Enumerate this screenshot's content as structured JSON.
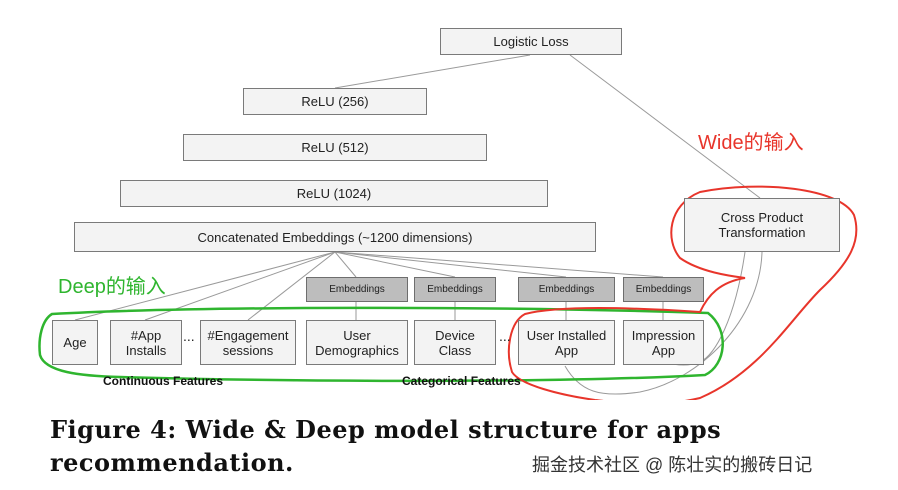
{
  "diagram": {
    "logistic_loss": "Logistic Loss",
    "relu_256": "ReLU (256)",
    "relu_512": "ReLU (512)",
    "relu_1024": "ReLU (1024)",
    "concat": "Concatenated Embeddings (~1200 dimensions)",
    "cross_product": "Cross Product Transformation",
    "embeddings_label": "Embeddings",
    "features": {
      "age": "Age",
      "app_installs": "#App Installs",
      "engagement": "#Engagement sessions",
      "user_demographics": "User Demographics",
      "device_class": "Device Class",
      "user_installed_app": "User Installed App",
      "impression_app": "Impression App"
    },
    "ellipsis": "...",
    "continuous_label": "Continuous Features",
    "categorical_label": "Categorical Features"
  },
  "annotations": {
    "wide_input": "Wide的输入",
    "deep_input": "Deep的输入",
    "wide_color": "#e8352b",
    "deep_color": "#2fb52f"
  },
  "caption": "Figure 4: Wide & Deep model structure for apps recommendation.",
  "watermark": "掘金技术社区 @ 陈壮实的搬砖日记"
}
